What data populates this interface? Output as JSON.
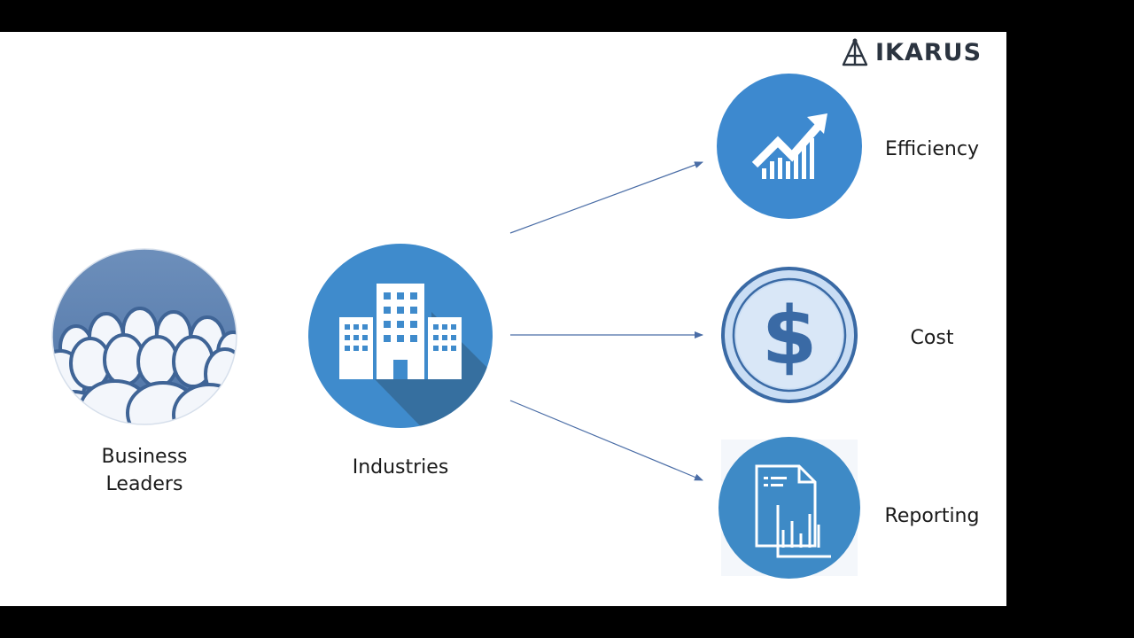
{
  "brand": {
    "name": "IKARUS",
    "logo_icon": "tower-logo-icon"
  },
  "colors": {
    "slide_background": "#ffffff",
    "frame": "#000000",
    "primary_blue": "#3c86c6",
    "light_blue": "#c7dcf3",
    "arrow": "#4a6da6",
    "text": "#1a1a1a"
  },
  "nodes": {
    "business_leaders": {
      "icon": "people-crowd-icon",
      "label_line1": "Business",
      "label_line2": "Leaders"
    },
    "industries": {
      "icon": "buildings-icon",
      "label": "Industries"
    },
    "efficiency": {
      "icon": "growth-chart-arrow-icon",
      "label": "Efficiency"
    },
    "cost": {
      "icon": "dollar-coin-icon",
      "label": "Cost"
    },
    "reporting": {
      "icon": "report-document-icon",
      "label": "Reporting"
    }
  },
  "connections": [
    {
      "from": "industries",
      "to": "efficiency"
    },
    {
      "from": "industries",
      "to": "cost"
    },
    {
      "from": "industries",
      "to": "reporting"
    }
  ]
}
